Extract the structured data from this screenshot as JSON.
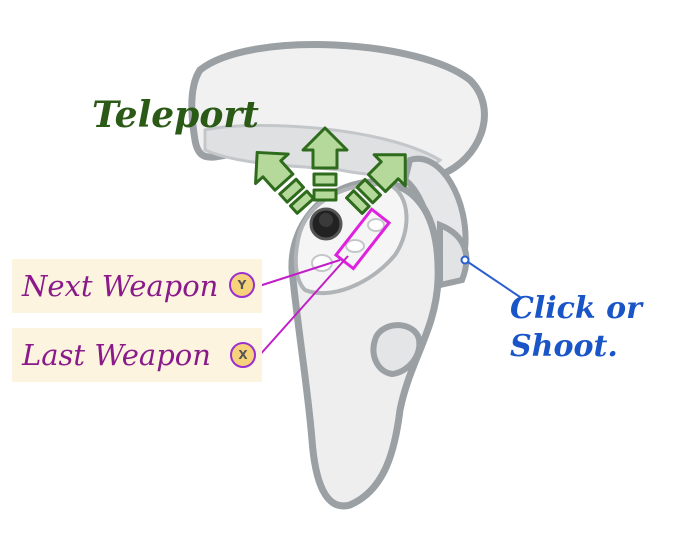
{
  "labels": {
    "teleport": "Teleport",
    "click_line1": "Click or",
    "click_line2": "Shoot.",
    "next_weapon": "Next Weapon",
    "last_weapon": "Last Weapon",
    "button_y": "Y",
    "button_x": "X"
  },
  "colors": {
    "teleport_text": "#2b5a17",
    "arrow_fill": "#b4d99b",
    "arrow_stroke": "#2f6b1c",
    "weapon_text": "#8a1a8a",
    "highlight_box": "#e020e0",
    "label_bg": "#fdf4e0",
    "badge_fill": "#f6d27a",
    "badge_border": "#9b2fd0",
    "click_text": "#1a55c8",
    "controller_body": "#ececed",
    "controller_outline": "#9aa0a3"
  },
  "icons": [
    "vr-controller",
    "thumbstick",
    "teleport-arrow-left",
    "teleport-arrow-up",
    "teleport-arrow-right",
    "y-button",
    "x-button",
    "trigger-button"
  ]
}
